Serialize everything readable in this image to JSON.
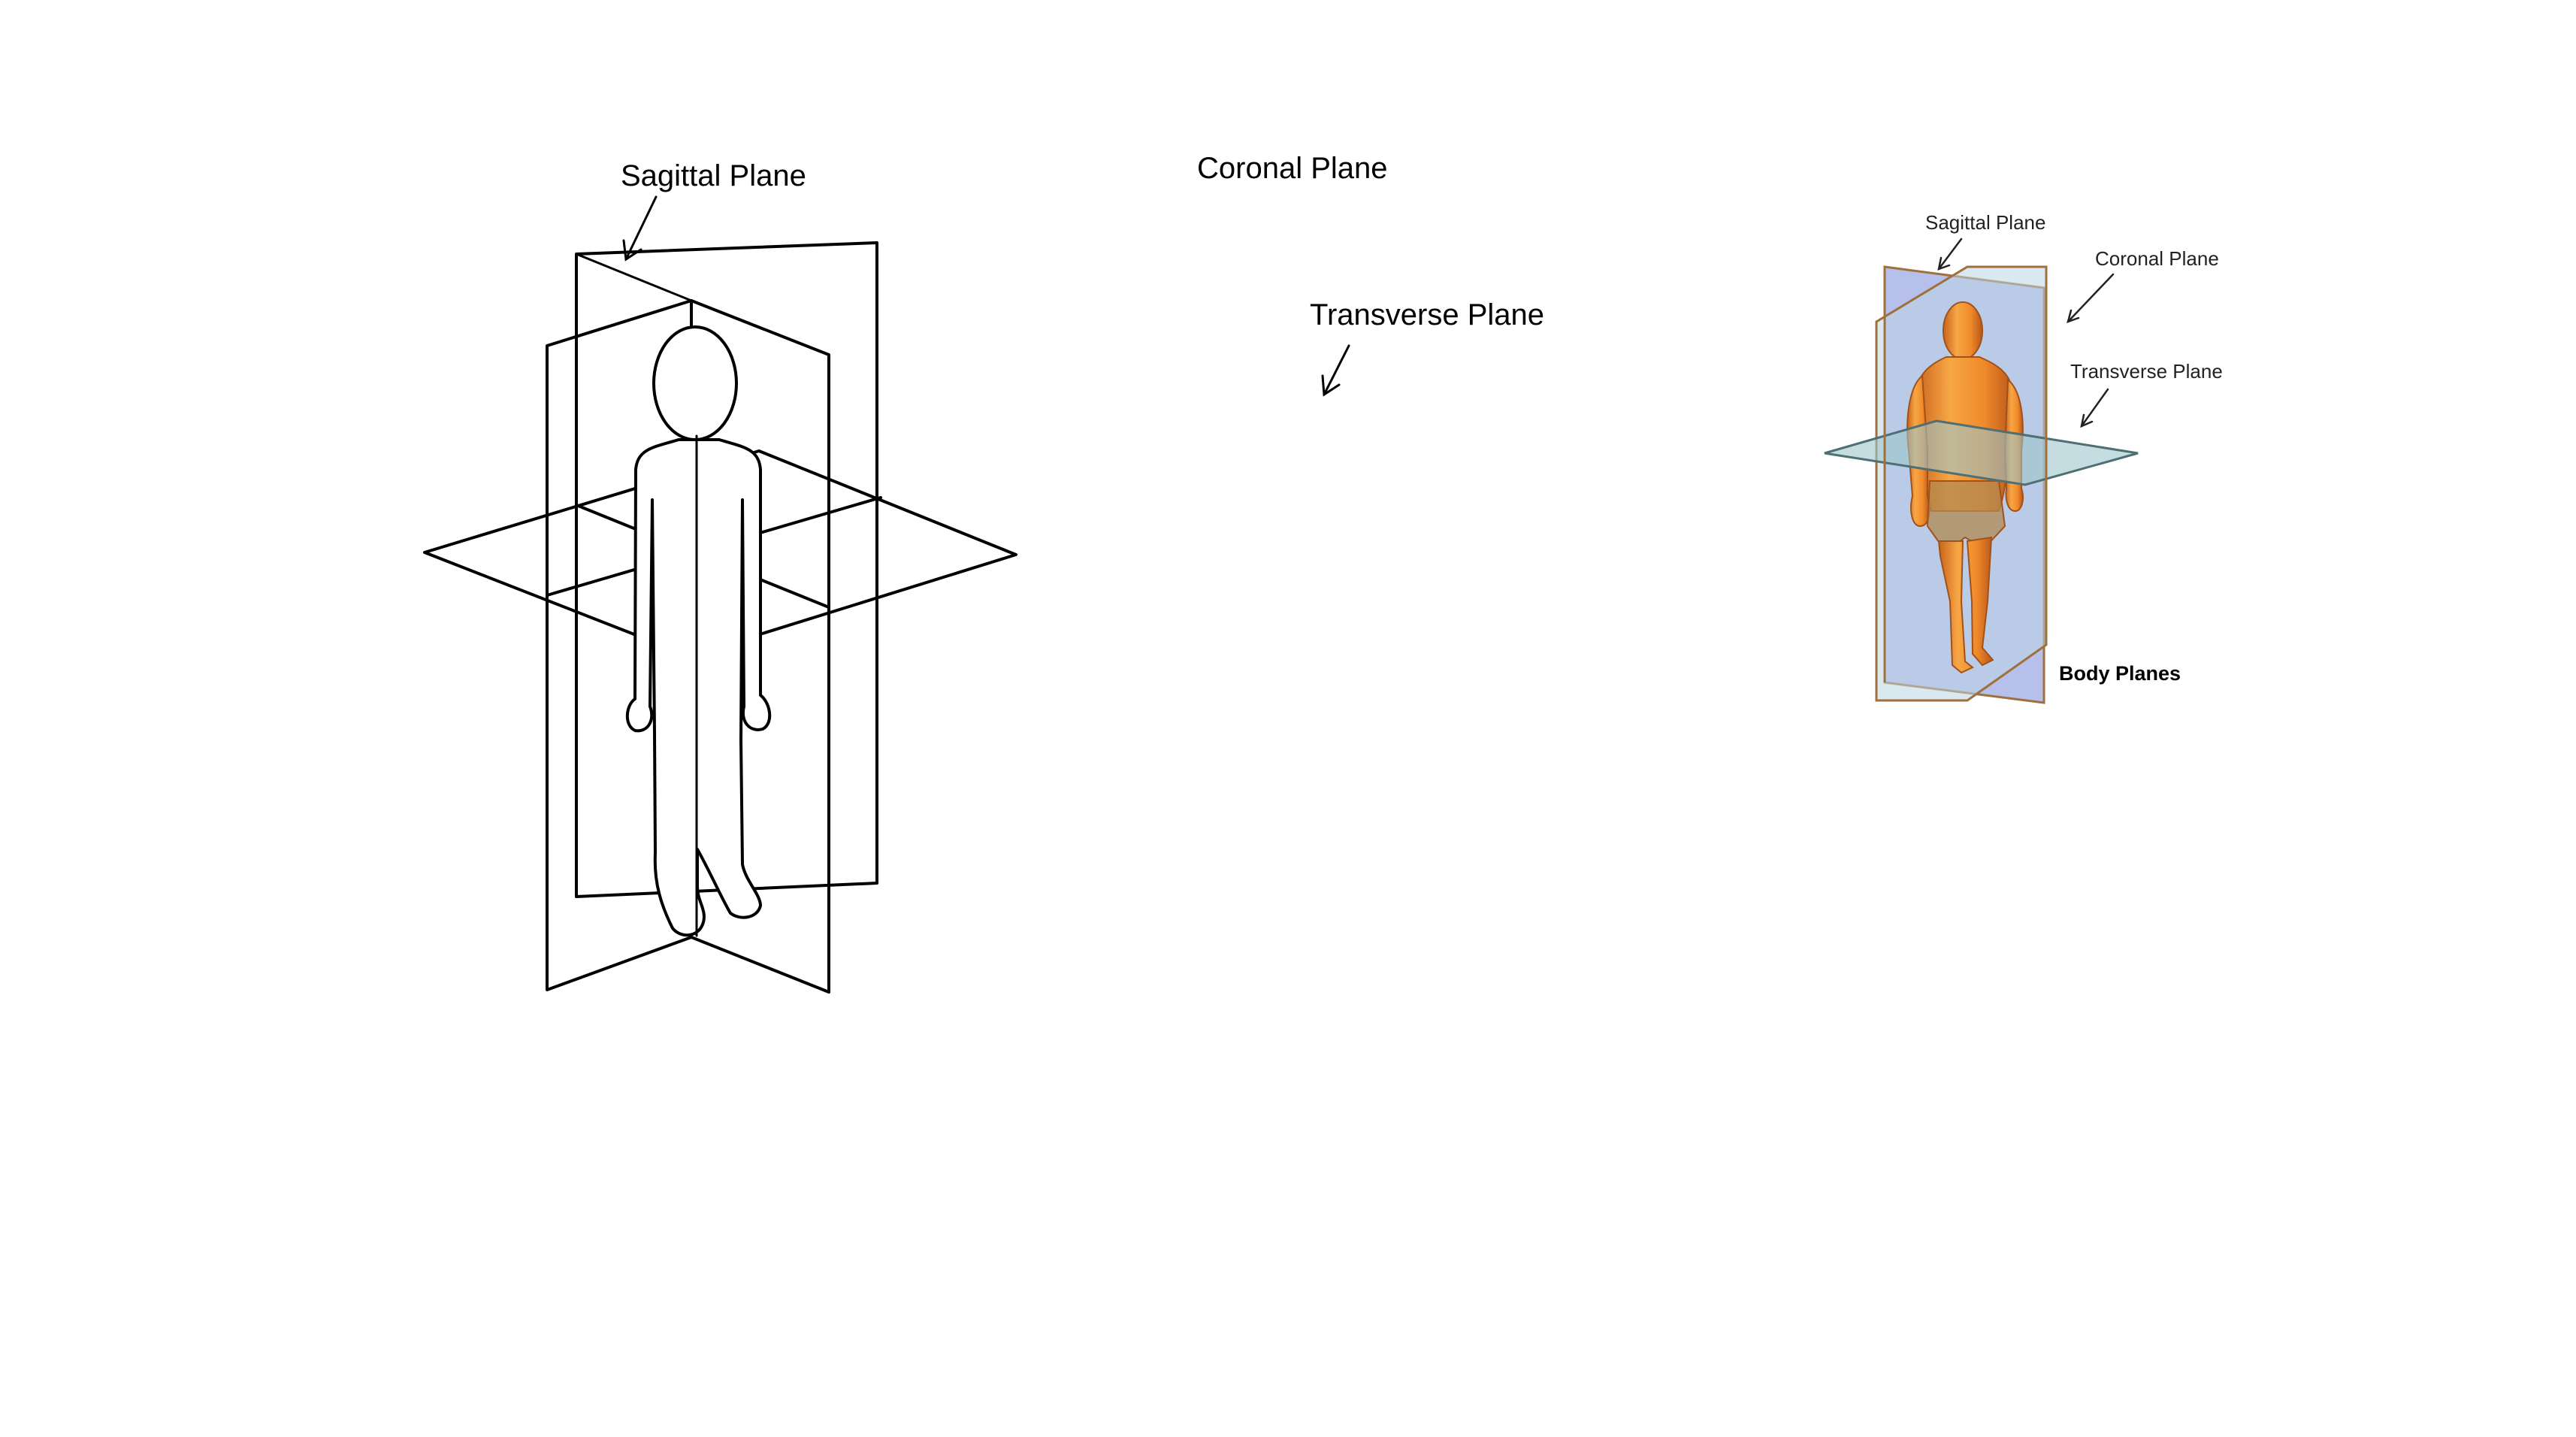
{
  "left_diagram": {
    "sagittal_label": "Sagittal Plane",
    "coronal_label": "Coronal Plane",
    "transverse_label": "Transverse Plane"
  },
  "right_diagram": {
    "sagittal_label": "Sagittal Plane",
    "coronal_label": "Coronal Plane",
    "transverse_label": "Transverse Plane",
    "caption": "Body Planes"
  },
  "colors": {
    "line": "#000000",
    "sagittal_fill": "#aab4e8",
    "coronal_fill": "#bcd6e2",
    "transverse_fill": "#9fc7cc",
    "plane_edge": "#a0703c",
    "figure_skin": "#f0952f"
  }
}
